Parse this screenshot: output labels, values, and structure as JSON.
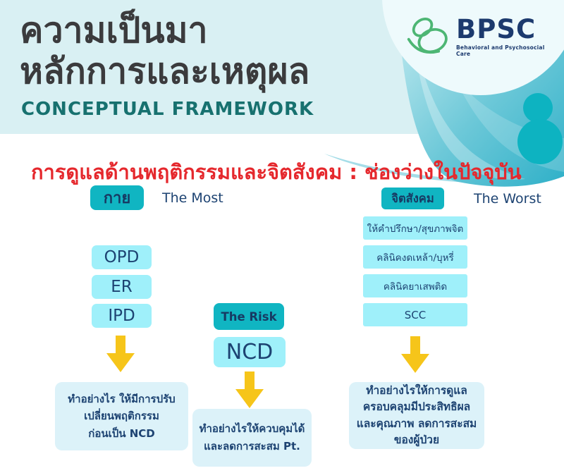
{
  "slide": {
    "title_line1": "ความเป็นมา",
    "title_line2": "หลักการและเหตุผล",
    "subtitle": "CONCEPTUAL FRAMEWORK",
    "section_heading": "การดูแลด้านพฤติกรรมและจิตสังคม : ช่องว่างในปัจจุบัน"
  },
  "logo": {
    "name": "BPSC",
    "tagline": "Behavioral and Psychosocial Care",
    "icon": "butterfly-icon"
  },
  "physical": {
    "chip": "กาย",
    "tag": "The Most",
    "items": [
      "OPD",
      "ER",
      "IPD"
    ],
    "question_lines": [
      "ทำอย่างไร ให้มีการปรับ",
      "เปลี่ยนพฤติกรรม",
      "ก่อนเป็น NCD"
    ]
  },
  "risk": {
    "chip": "The Risk",
    "item": "NCD",
    "question_lines": [
      "ทำอย่างไรให้ควบคุมได้",
      "และลดการสะสม Pt."
    ]
  },
  "psychosocial": {
    "chip": "จิตสังคม",
    "tag": "The Worst",
    "services": [
      "ให้คำปรึกษา/สุขภาพจิต",
      "คลินิคงดเหล้า/บุหรี่",
      "คลินิคยาเสพติด",
      "SCC"
    ],
    "question_lines": [
      "ทำอย่างไรให้การดูแล",
      "ครอบคลุมมีประสิทธิผล",
      "และคุณภาพ ลดการสะสม",
      "ของผู้ป่วย"
    ]
  },
  "colors": {
    "header_bg": "#d9f0f3",
    "accent_teal": "#10b5c2",
    "box_cyan": "#9ff0fa",
    "panel_blue": "#dcf2f9",
    "navy": "#1d4372",
    "red": "#e5282d",
    "yellow": "#f6c51a",
    "logo_green": "#4db674",
    "subtitle_teal": "#17716f",
    "decor_teal": "#0db3c1"
  }
}
